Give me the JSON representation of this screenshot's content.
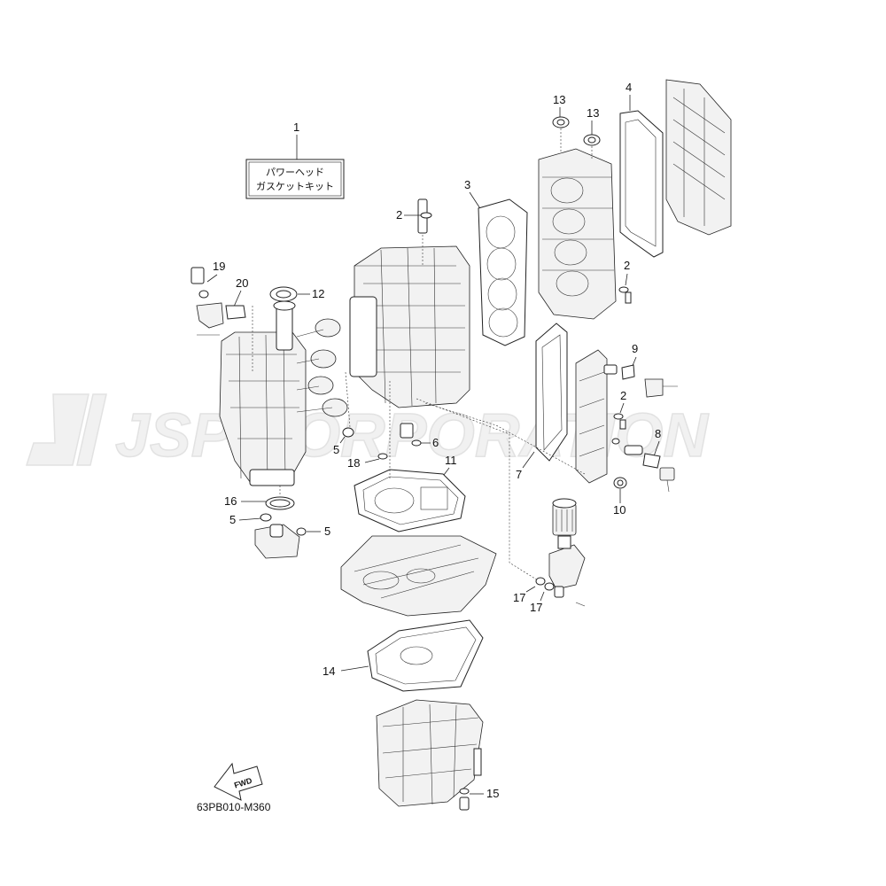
{
  "diagram": {
    "kit_label_line1": "パワーヘッド",
    "kit_label_line2": "ガスケットキット",
    "fwd_label": "FWD",
    "diagram_code": "63PB010-M360",
    "watermark": "JSP CORPORATION"
  },
  "callouts": {
    "c1": "1",
    "c2a": "2",
    "c2b": "2",
    "c2c": "2",
    "c4": "4",
    "c5a": "5",
    "c5b": "5",
    "c5c": "5",
    "c6": "6",
    "c7": "7",
    "c8": "8",
    "c9": "9",
    "c10": "10",
    "c11": "11",
    "c12": "12",
    "c13a": "13",
    "c13b": "13",
    "c14": "14",
    "c15": "15",
    "c16": "16",
    "c17a": "17",
    "c17b": "17",
    "c18": "18",
    "c19": "19",
    "c20": "20",
    "c3": "3"
  }
}
